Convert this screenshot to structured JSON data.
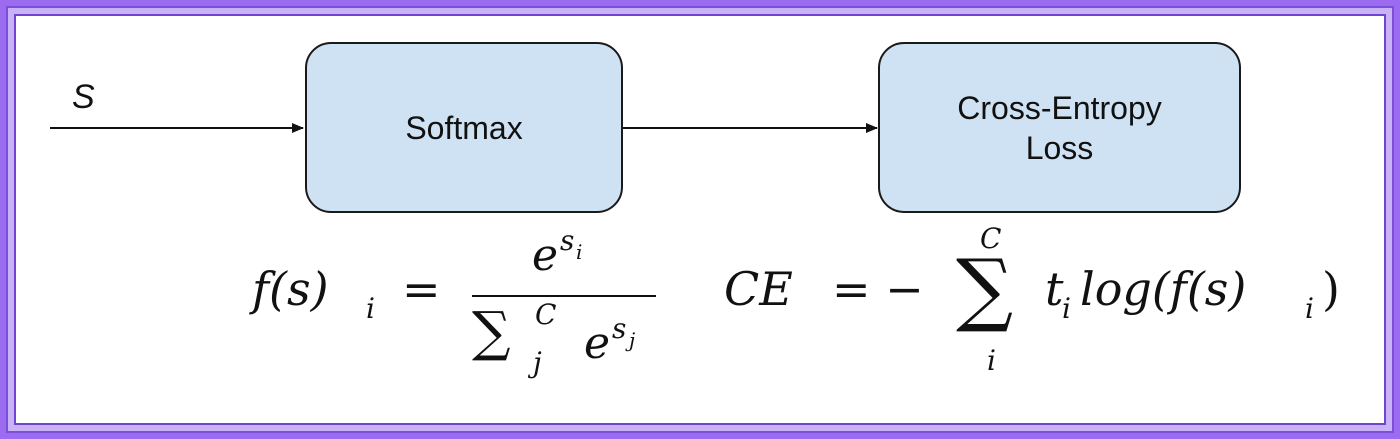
{
  "diagram": {
    "input_label": "S",
    "nodes": [
      {
        "id": "softmax",
        "label": "Softmax"
      },
      {
        "id": "ce",
        "label": "Cross-Entropy\nLoss"
      }
    ],
    "edges": [
      {
        "from": "input",
        "to": "softmax"
      },
      {
        "from": "softmax",
        "to": "ce"
      }
    ]
  },
  "formulas": {
    "softmax_lhs": "f(s)",
    "softmax_lhs_sub": "i",
    "eq": "=",
    "num_base": "e",
    "num_exp": "s",
    "num_exp_sub": "i",
    "den_sum": "∑",
    "den_sum_sup": "C",
    "den_sum_sub": "j",
    "den_base": "e",
    "den_exp": "s",
    "den_exp_sub": "j",
    "ce_lhs": "CE",
    "ce_eq": "= −",
    "ce_sum": "∑",
    "ce_sum_sup": "C",
    "ce_sum_sub": "i",
    "ce_term_t": "t",
    "ce_term_t_sub": "i",
    "ce_term_log": "log(f(s)",
    "ce_term_log_sub": "i",
    "ce_term_close": ")"
  }
}
